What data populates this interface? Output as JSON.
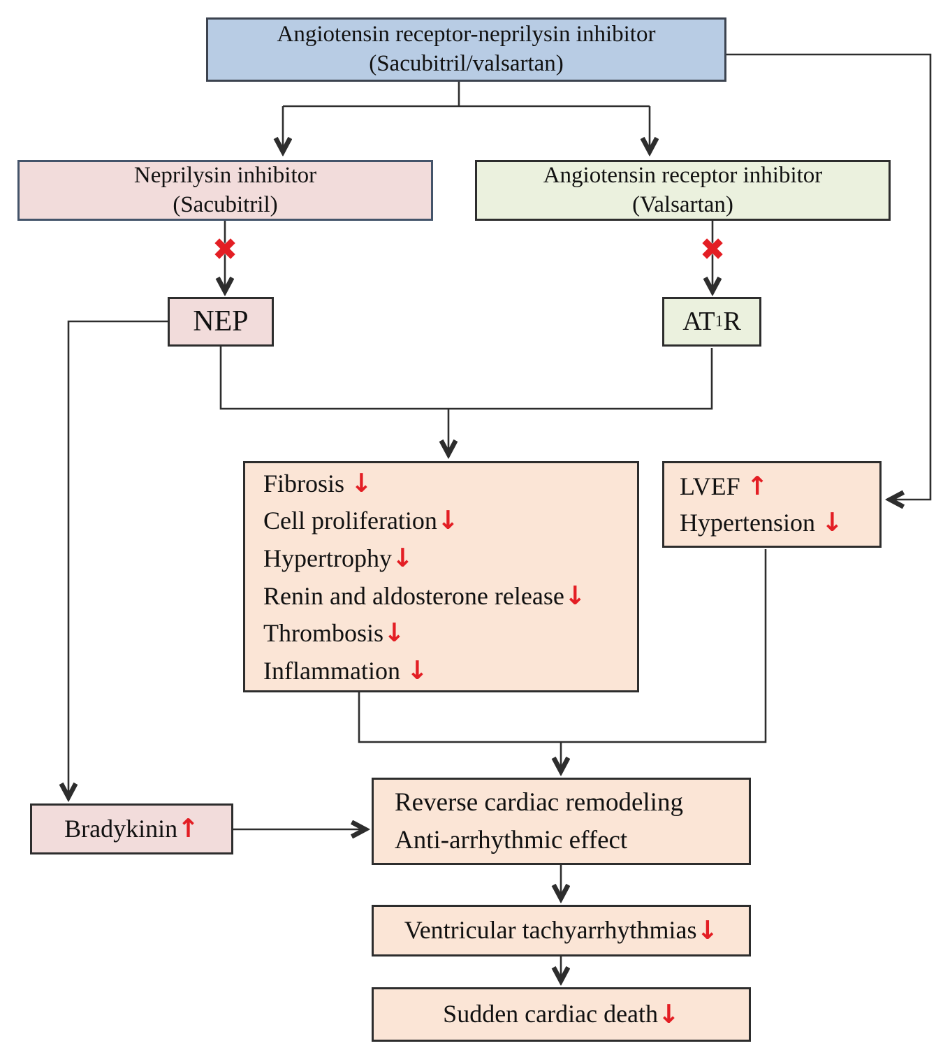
{
  "theme": {
    "bg_color": "#ffffff",
    "blue_fill": "#b8cce4",
    "pink_fill": "#f2dcdb",
    "green_fill": "#ebf1de",
    "peach_fill": "#fbe5d6",
    "red_accent": "#e31e24",
    "line_color": "#2d2d2d",
    "border_dark": "#2d2d2d",
    "border_slate": "#44546a",
    "text_color": "#111111"
  },
  "symbols": {
    "up_arrow": "↑",
    "down_arrow": "↓",
    "blocked_cross": "✖"
  },
  "boxes": {
    "arni": {
      "line1": "Angiotensin receptor-neprilysin inhibitor",
      "line2": "(Sacubitril/valsartan)"
    },
    "neprilysin": {
      "line1": "Neprilysin inhibitor",
      "line2": "(Sacubitril)"
    },
    "angiotensin": {
      "line1": "Angiotensin receptor inhibitor",
      "line2": "(Valsartan)"
    },
    "nep": {
      "label": "NEP"
    },
    "at1r": {
      "prefix": "AT",
      "subscript": "1",
      "suffix": "R"
    },
    "effects": {
      "items": [
        {
          "label": "Fibrosis ",
          "direction": "down"
        },
        {
          "label": "Cell proliferation",
          "direction": "down"
        },
        {
          "label": "Hypertrophy",
          "direction": "down"
        },
        {
          "label": "Renin and aldosterone release",
          "direction": "down"
        },
        {
          "label": "Thrombosis",
          "direction": "down"
        },
        {
          "label": "Inflammation ",
          "direction": "down"
        }
      ]
    },
    "lvef": {
      "item1": {
        "label": "LVEF ",
        "direction": "up"
      },
      "item2": {
        "label": "Hypertension ",
        "direction": "down"
      }
    },
    "bradykinin": {
      "label": "Bradykinin",
      "direction": "up"
    },
    "remodeling": {
      "line1": "Reverse cardiac remodeling",
      "line2": "Anti-arrhythmic effect"
    },
    "ventricular": {
      "label": "Ventricular tachyarrhythmias",
      "direction": "down"
    },
    "sudden": {
      "label": "Sudden cardiac death ",
      "direction": "down"
    }
  }
}
